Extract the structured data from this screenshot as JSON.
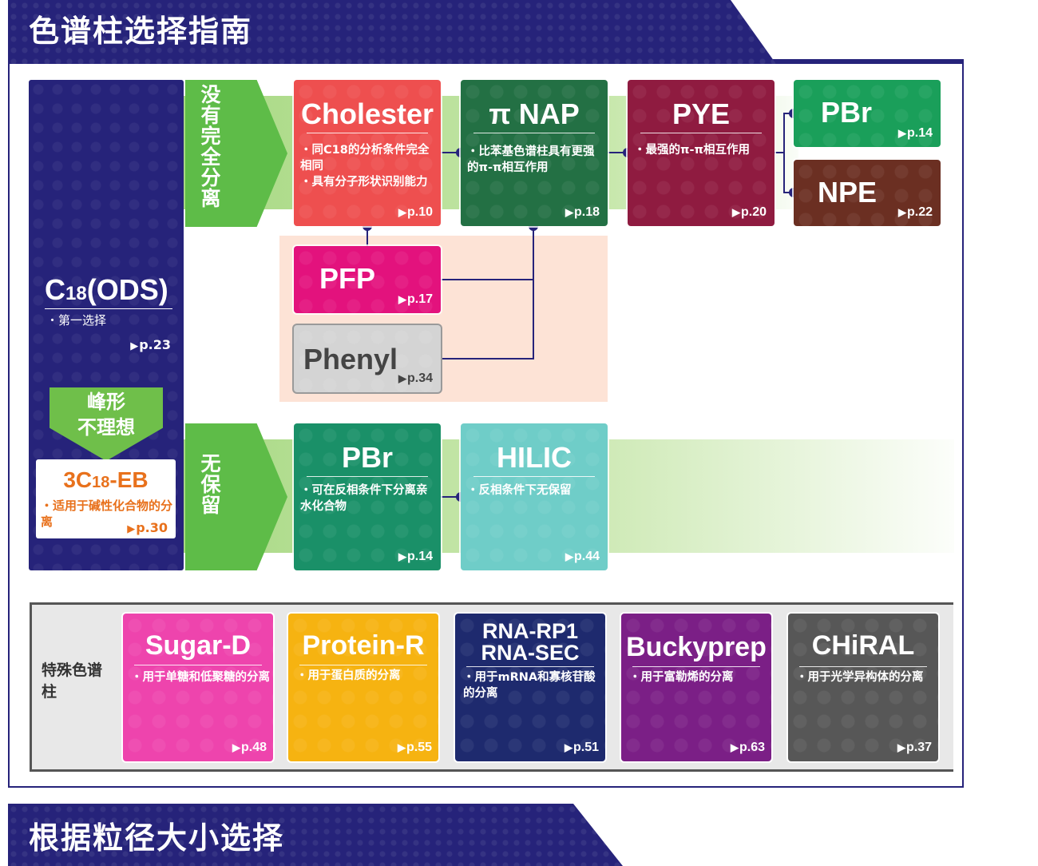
{
  "header": {
    "title": "色谱柱选择指南"
  },
  "footer_banner": {
    "title": "根据粒径大小选择"
  },
  "c18": {
    "title": "C18(ODS)",
    "note": "・第一选择",
    "page": "p.23"
  },
  "bad_peak": {
    "line1": "峰形",
    "line2": "不理想"
  },
  "eb": {
    "title": "3C18-EB",
    "note": "・适用于碱性化合物的分离",
    "page": "p.30"
  },
  "arrows": {
    "top": "没有完全分离",
    "bottom": "无保留"
  },
  "cards": {
    "cholester": {
      "title": "Cholester",
      "note1": "・同C18的分析条件完全相同",
      "note2": "・具有分子形状识别能力",
      "page": "p.10"
    },
    "pinap": {
      "title": "π NAP",
      "note": "・比苯基色谱柱具有更强的π-π相互作用",
      "page": "p.18"
    },
    "pye": {
      "title": "PYE",
      "note": "・最强的π-π相互作用",
      "page": "p.20"
    },
    "pbr_top": {
      "title": "PBr",
      "page": "p.14"
    },
    "npe": {
      "title": "NPE",
      "page": "p.22"
    },
    "pfp": {
      "title": "PFP",
      "page": "p.17"
    },
    "phenyl": {
      "title": "Phenyl",
      "page": "p.34"
    },
    "pbr_bot": {
      "title": "PBr",
      "note": "・可在反相条件下分离亲水化合物",
      "page": "p.14"
    },
    "hilic": {
      "title": "HILIC",
      "note": "・反相条件下无保留",
      "page": "p.44"
    }
  },
  "special": {
    "label": "特殊色谱柱",
    "items": [
      {
        "title": "Sugar-D",
        "note": "・用于单糖和低聚糖的分离",
        "page": "p.48"
      },
      {
        "title": "Protein-R",
        "note": "・用于蛋白质的分离",
        "page": "p.55"
      },
      {
        "title": "RNA-RP1",
        "title2": "RNA-SEC",
        "note": "・用于mRNA和寡核苷酸的分离",
        "page": "p.51"
      },
      {
        "title": "Buckyprep",
        "note": "・用于富勒烯的分离",
        "page": "p.63"
      },
      {
        "title": "CHiRAL",
        "note": "・用于光学异构体的分离",
        "page": "p.37"
      }
    ]
  },
  "colors": {
    "navy": "#26237a",
    "green": "#5ebc48",
    "orange": "#e8711c"
  }
}
